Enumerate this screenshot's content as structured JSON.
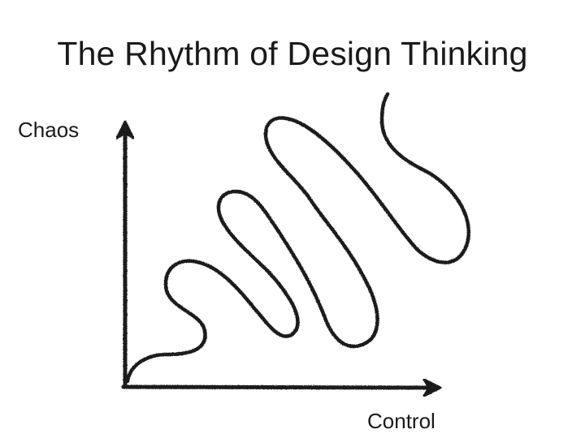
{
  "title": "The Rhythm of Design Thinking",
  "axes": {
    "y_label": "Chaos",
    "x_label": "Control"
  },
  "colors": {
    "ink": "#1a1a1a",
    "background": "#ffffff"
  }
}
